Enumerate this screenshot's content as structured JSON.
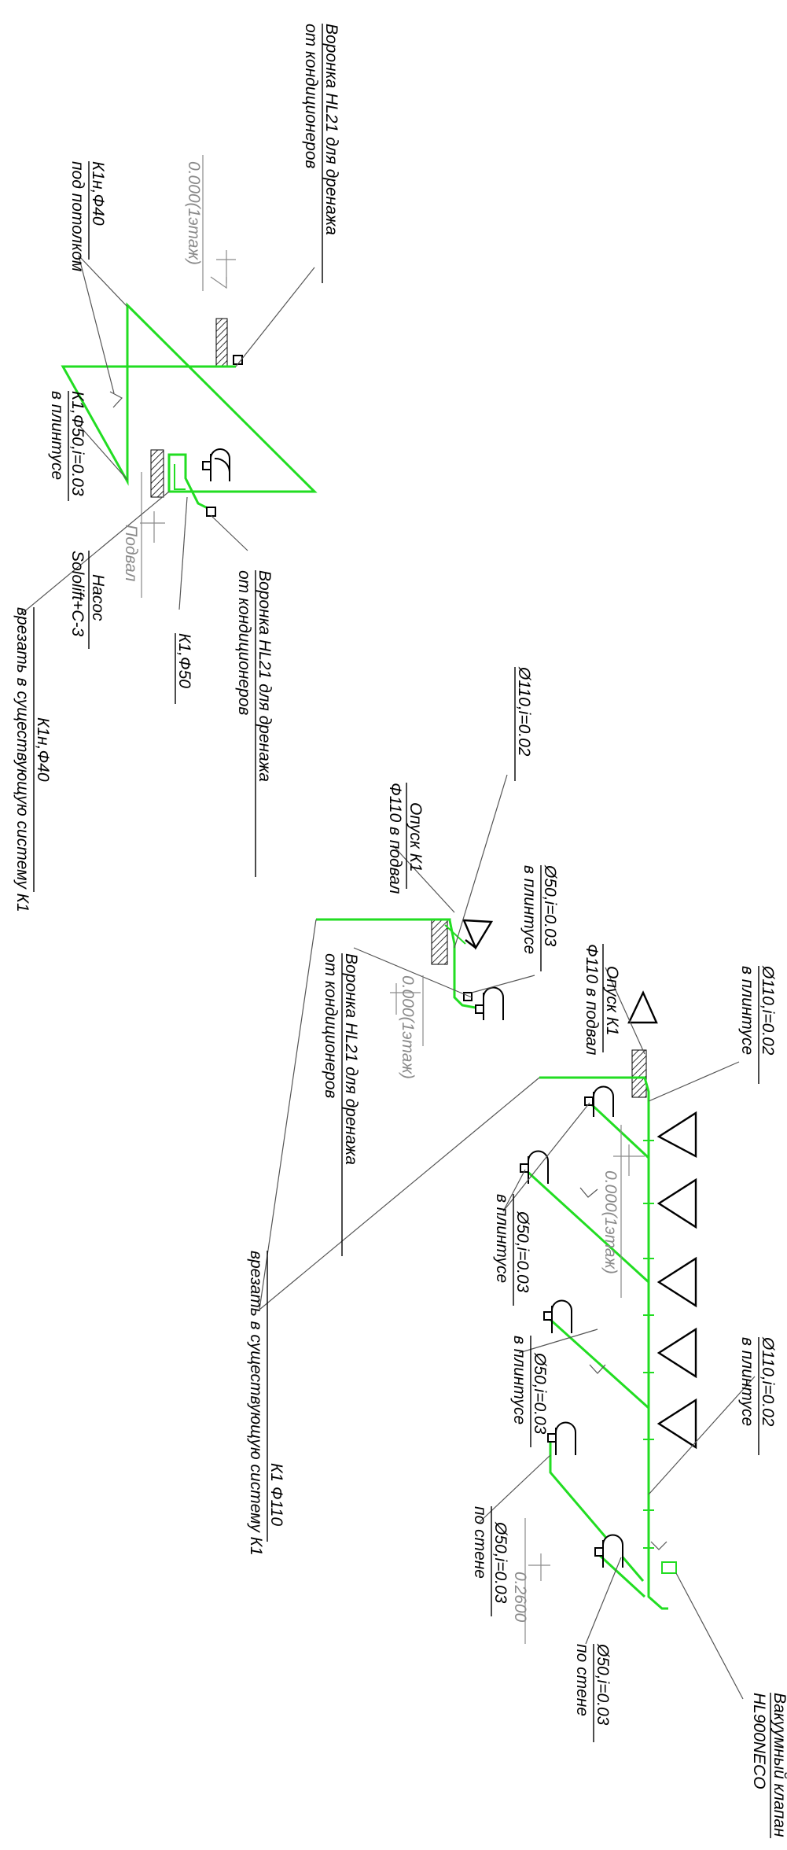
{
  "labels": {
    "funnel_top_1": "Воронка HL21 для дренажа",
    "funnel_top_2": "от кондиционеров",
    "k1n_top_1": "К1н,Ф40",
    "k1n_top_2": "под потолком",
    "level_top": "0.000(1этаж)",
    "k1_plinth_1": "К1,Ф50,i=0.03",
    "k1_plinth_2": "в плинтусе",
    "basement_level": "Подвал",
    "pump_1": "Насос",
    "pump_2": "Sololift+C-3",
    "k1_f50": "К1,Ф50",
    "funnel_mid_1": "Воронка HL21 для дренажа",
    "funnel_mid_2": "от кондиционеров",
    "k1n_bottom_1": "К1н,Ф40",
    "k1n_bottom_2": "врезать в существующую систему К1",
    "d110_mid": "Ø110,i=0.02",
    "riser_mid_1": "Опуск К1",
    "riser_mid_2": "Ф110 в подвал",
    "d50_mid_1": "Ø50,i=0.03",
    "d50_mid_2": "в плинтусе",
    "funnel_c_1": "Воронка HL21 для дренажа",
    "funnel_c_2": "от кондиционеров",
    "level_c": "0.000(1этаж)",
    "d110_right_top_1": "Ø110,i=0.02",
    "d110_right_top_2": "в плинтусе",
    "riser_right_1": "Опуск К1",
    "riser_right_2": "Ф110 в подвал",
    "level_right": "0.000(1этаж)",
    "d50_r1_1": "Ø50,i=0.03",
    "d50_r1_2": "в плинтусе",
    "d50_r2_1": "Ø50,i=0.03",
    "d50_r2_2": "в плинтусе",
    "d110_right_bot_1": "Ø110,i=0.02",
    "d110_right_bot_2": "в плинтусе",
    "d50_wall_1a": "Ø50,i=0.03",
    "d50_wall_1b": "по стене",
    "d50_wall_2a": "Ø50,i=0.03",
    "d50_wall_2b": "по стене",
    "level_0260": "0.2600",
    "vacuum_1": "Вакуумный клапан",
    "vacuum_2": "HL900NECO",
    "k1_f110_1": "К1 Ф110",
    "k1_f110_2": "врезать в существующую систему К1"
  },
  "colors": {
    "pipe": "#22dd22",
    "ink": "#000000",
    "leader": "#555555",
    "level": "#8a8a8a"
  }
}
